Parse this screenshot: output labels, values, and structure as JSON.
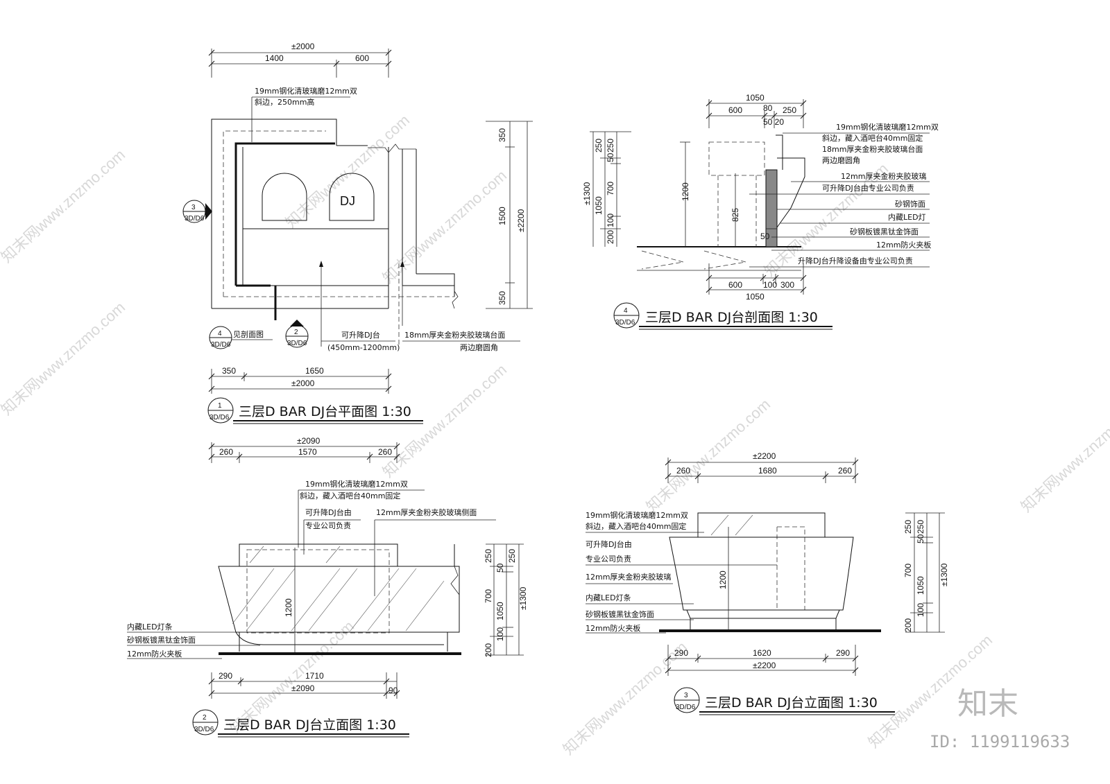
{
  "plan": {
    "title": "三层D BAR DJ台平面图 1:30",
    "tag_num": "1",
    "tag_sheet": "3D/D6",
    "dim_total_top": "±2000",
    "dim_1400": "1400",
    "dim_600": "600",
    "dim_350_left": "350",
    "dim_1650": "1650",
    "dim_total_bottom": "±2000",
    "dim_350_top_r": "350",
    "dim_1500": "1500",
    "dim_350_bot_r": "350",
    "dim_2200": "±2200",
    "note_glass_1": "19mm钢化清玻璃磨12mm双",
    "note_glass_2": "斜边，250mm高",
    "dj_label": "DJ",
    "note_section_ref": "见剖面图",
    "note_lift_1": "可升降DJ台",
    "note_lift_2": "(450mm-1200mm)",
    "note_top_1": "18mm厚夹金粉夹胶玻璃台面",
    "note_top_2": "两边磨圆角",
    "callout_left_num": "3",
    "callout_left_sheet": "3D/D6",
    "callout_sec_num": "4",
    "callout_sec_sheet": "3D/D6",
    "callout_elev_num": "2",
    "callout_elev_sheet": "3D/D6"
  },
  "section": {
    "title": "三层D BAR DJ台剖面图 1:30",
    "tag_num": "4",
    "tag_sheet": "3D/D6",
    "dim_1050_top": "1050",
    "dim_600_top": "600",
    "dim_80": "80",
    "dim_250_top": "250",
    "dim_50_20": "50 20",
    "dim_600_bot": "600",
    "dim_100_bot": "100",
    "dim_300_bot": "300",
    "dim_1050_bot": "1050",
    "dim_250_a": "250",
    "dim_250_b": "250",
    "dim_50": "50",
    "dim_700": "700",
    "dim_1300": "±1300",
    "dim_1050_v": "1050",
    "dim_100_v": "100",
    "dim_200_v": "200",
    "dim_1200": "1200",
    "dim_825": "825",
    "dim_50_inner": "50",
    "notes": [
      "19mm钢化清玻璃磨12mm双",
      "斜边，藏入酒吧台40mm固定",
      "18mm厚夹金粉夹胶玻璃台面",
      "两边磨圆角",
      "12mm厚夹金粉夹胶玻璃",
      "可升降DJ台由专业公司负责",
      "砂钢饰面",
      "内藏LED灯",
      "砂钢板镀黑钛金饰面",
      "12mm防火夹板",
      "升降DJ台升降设备由专业公司负责"
    ]
  },
  "elev2": {
    "title": "三层D BAR DJ台立面图 1:30",
    "tag_num": "2",
    "tag_sheet": "3D/D6",
    "dim_total_top": "±2090",
    "dim_260_l": "260",
    "dim_1570": "1570",
    "dim_260_r": "260",
    "dim_290": "290",
    "dim_1710": "1710",
    "dim_90": "90",
    "dim_total_bottom": "±2090",
    "dim_250_a": "250",
    "dim_250_b": "250",
    "dim_50": "50",
    "dim_700": "700",
    "dim_1050": "1050",
    "dim_1300": "±1300",
    "dim_100": "100",
    "dim_200": "200",
    "dim_1200": "1200",
    "note_glass_1": "19mm钢化清玻璃磨12mm双",
    "note_glass_2": "斜边，藏入酒吧台40mm固定",
    "note_lift_1": "可升降DJ台由",
    "note_lift_2": "专业公司负责",
    "note_side": "12mm厚夹金粉夹胶玻璃侧面",
    "note_led": "内藏LED灯条",
    "note_steel": "砂钢板镀黑钛金饰面",
    "note_board": "12mm防火夹板"
  },
  "elev3": {
    "title": "三层D BAR DJ台立面图 1:30",
    "tag_num": "3",
    "tag_sheet": "3D/D6",
    "dim_total_top": "±2200",
    "dim_260_l": "260",
    "dim_1680": "1680",
    "dim_260_r": "260",
    "dim_290_l": "290",
    "dim_1620": "1620",
    "dim_290_r": "290",
    "dim_total_bottom": "±2200",
    "dim_250_a": "250",
    "dim_250_b": "250",
    "dim_50": "50",
    "dim_700": "700",
    "dim_1050": "1050",
    "dim_1300": "±1300",
    "dim_100": "100",
    "dim_200": "200",
    "dim_1200": "1200",
    "note_glass_1": "19mm钢化清玻璃磨12mm双",
    "note_glass_2": "斜边，藏入酒吧台40mm固定",
    "note_lift_1": "可升降DJ台由",
    "note_lift_2": "专业公司负责",
    "note_glass3": "12mm厚夹金粉夹胶玻璃",
    "note_led": "内藏LED灯条",
    "note_steel": "砂钢板镀黑钛金饰面",
    "note_board": "12mm防火夹板"
  },
  "watermark": {
    "text": "知末网www.znzmo.com",
    "brand": "知末",
    "id": "ID: 1199119633"
  }
}
